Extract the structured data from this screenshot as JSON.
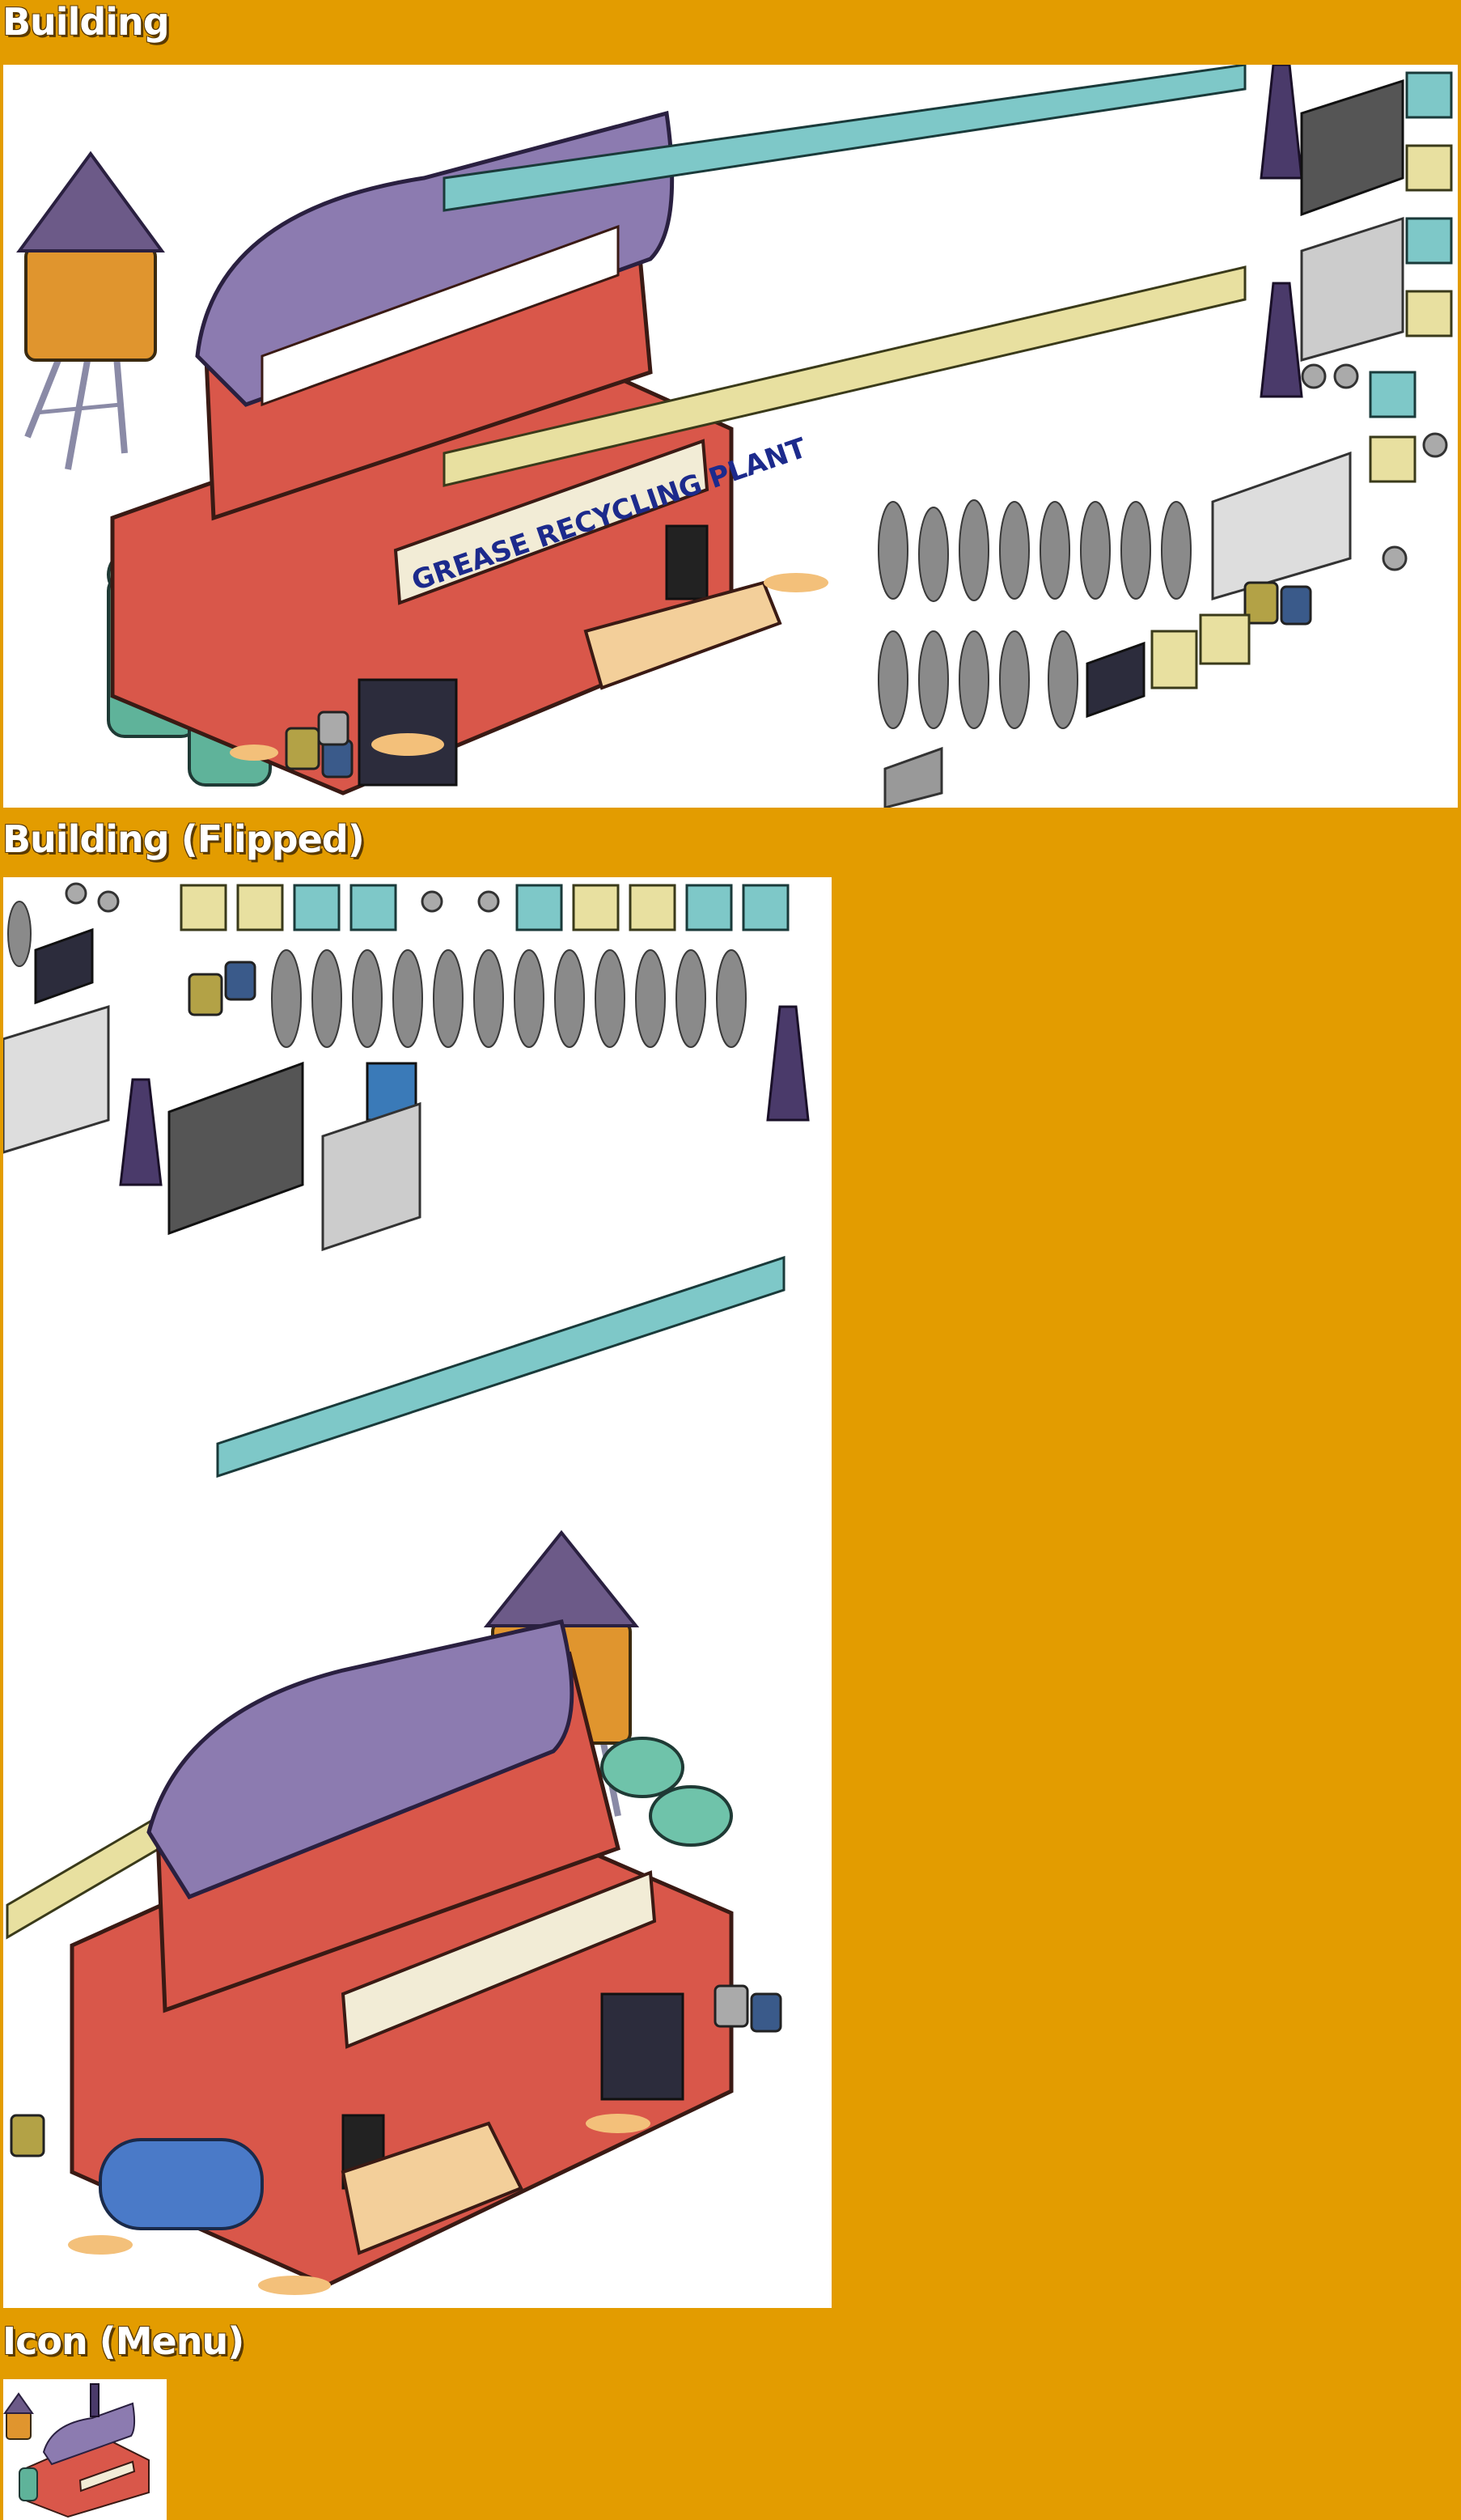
{
  "sections": {
    "building": {
      "title": "Building"
    },
    "building_flipped": {
      "title": "Building (Flipped)"
    },
    "icon_menu": {
      "title": "Icon (Menu)"
    }
  },
  "sign": {
    "text": "GREASE RECYCLING PLANT"
  },
  "colors": {
    "background": "#e39c00",
    "brick": "#d9574a",
    "roof": "#8c7bb0",
    "tank_teal": "#5fb39a",
    "water_tower": "#e0952e",
    "window_teal": "#7ec8c8",
    "window_tan": "#e8e0a0",
    "smoke": "#8a8a8a",
    "sign_text": "#1c2a8c"
  },
  "icons": [
    "water-tower-icon",
    "grease-tank-icon",
    "barrel-icon",
    "smokestack-icon",
    "smoke-puff-icon",
    "wall-lamp-icon",
    "window-tile-icon"
  ]
}
